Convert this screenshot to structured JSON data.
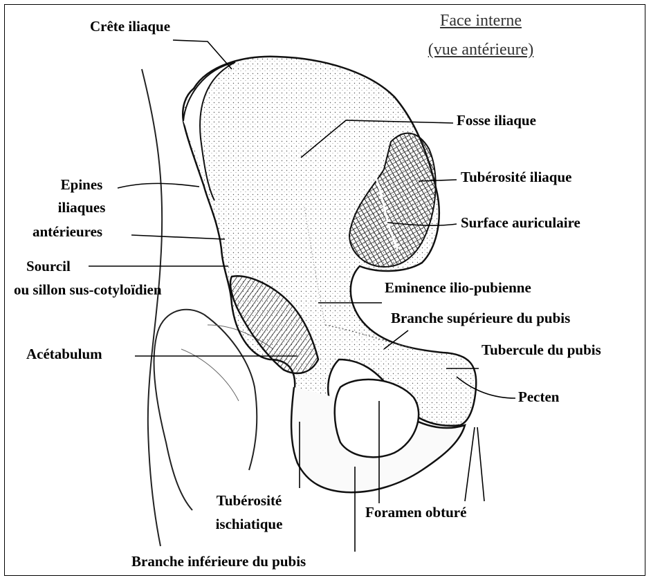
{
  "title": {
    "line1": "Face interne",
    "line2": "(vue antérieure)"
  },
  "labels": {
    "crete_iliaque": "Crête iliaque",
    "fosse_iliaque": "Fosse iliaque",
    "tuberosite_iliaque": "Tubérosité iliaque",
    "surface_auriculaire": "Surface auriculaire",
    "epines_1": "Epines",
    "epines_2": "iliaques",
    "epines_3": "antérieures",
    "sourcil_1": "Sourcil",
    "sourcil_2": "ou sillon sus-cotyloïdien",
    "eminence": "Eminence ilio-pubienne",
    "branche_sup": "Branche supérieure du pubis",
    "tubercule": "Tubercule du pubis",
    "acetabulum": "Acétabulum",
    "pecten": "Pecten",
    "tuberosite_isch_1": "Tubérosité",
    "tuberosite_isch_2": "ischiatique",
    "foramen": "Foramen obturé",
    "branche_inf": "Branche inférieure du pubis"
  }
}
